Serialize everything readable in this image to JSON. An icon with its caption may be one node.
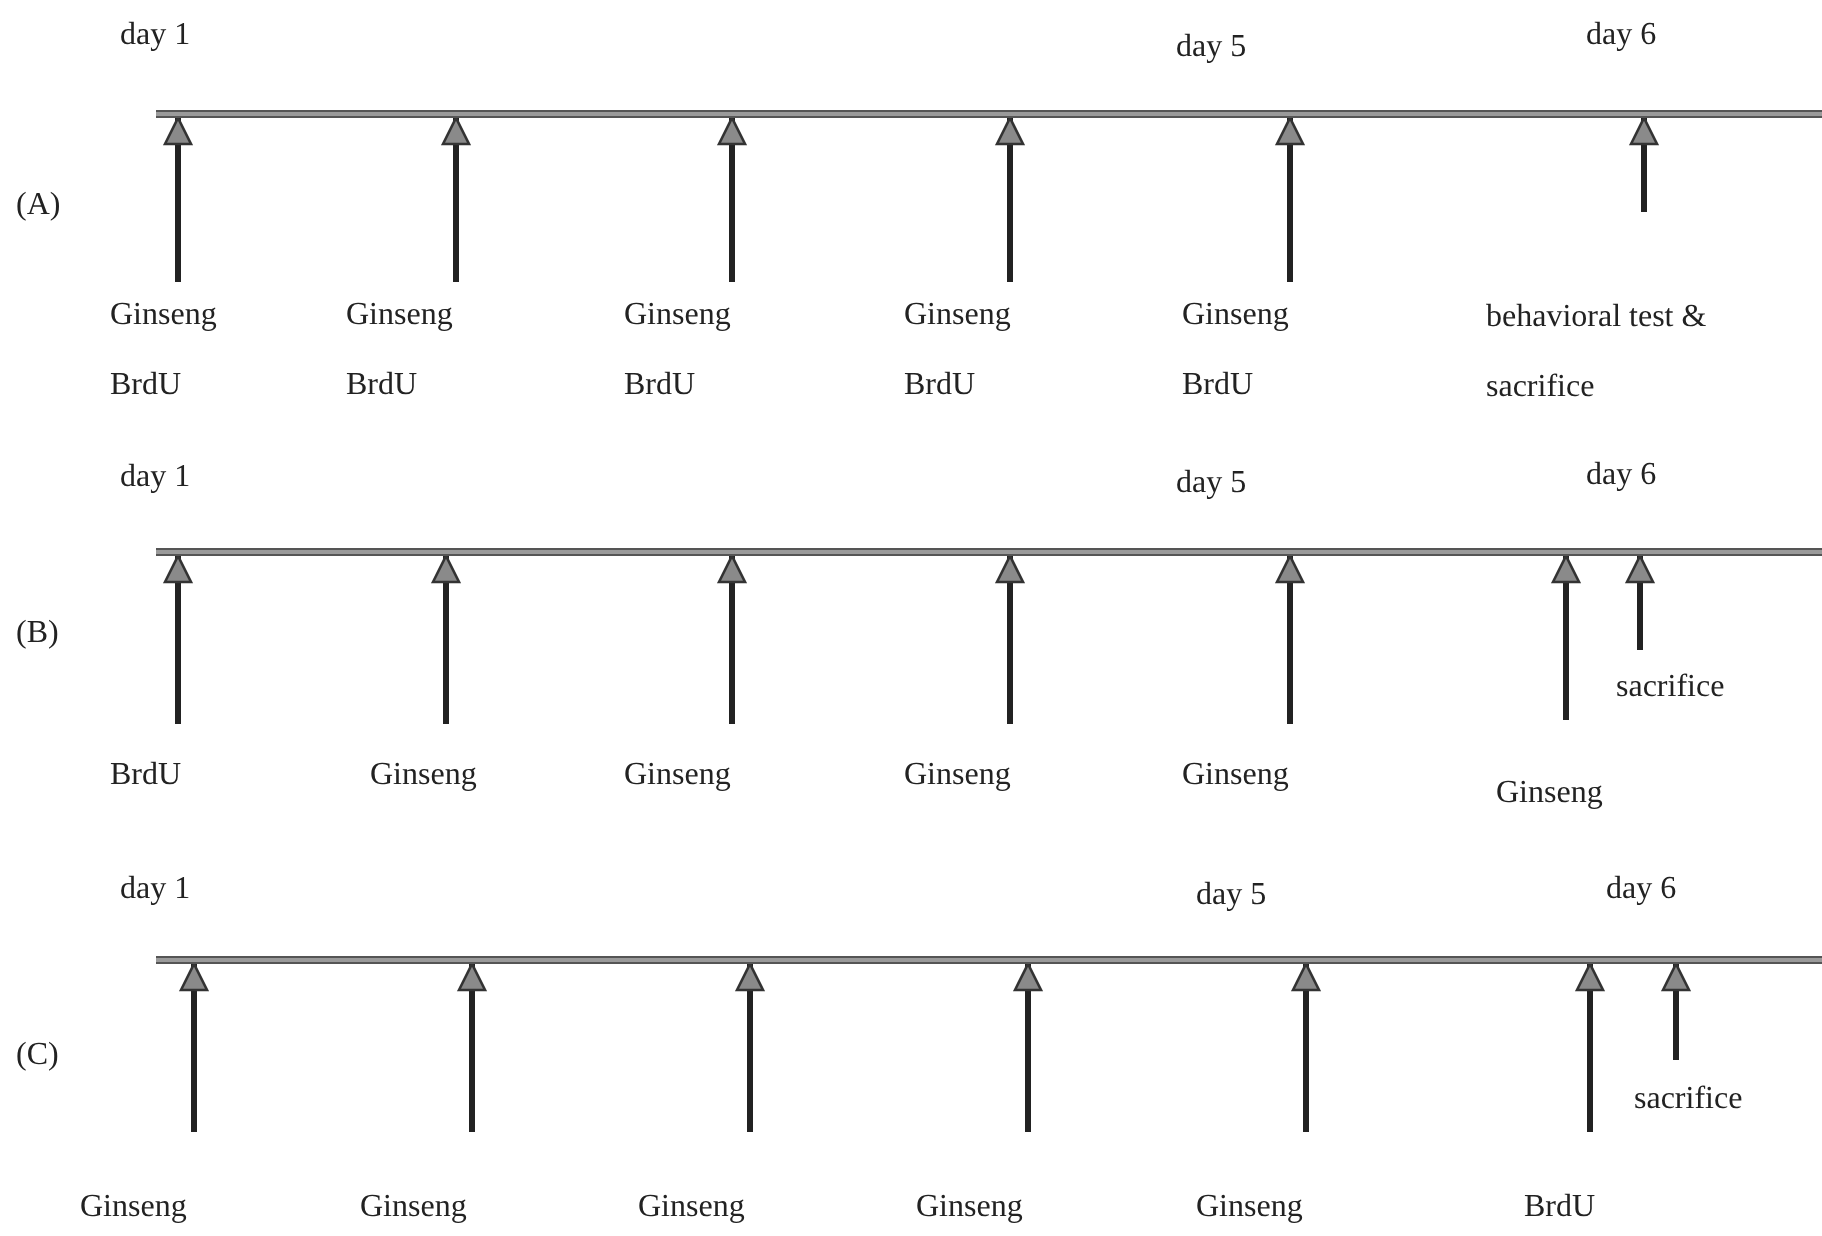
{
  "diagram": {
    "nodes": [
      {
        "text": [],
        "shape": "bar"
      },
      {
        "text": [
          "Ginseng",
          "BrdU"
        ]
      },
      {
        "text": [
          "Ginseng",
          "BrdU"
        ]
      },
      {
        "text": [
          "Ginseng",
          "BrdU"
        ]
      },
      {
        "text": [
          "Ginseng",
          "BrdU"
        ]
      },
      {
        "text": [
          "Ginseng",
          "BrdU"
        ]
      },
      {
        "text": [
          "behavioral test & sacrifice"
        ]
      },
      {
        "text": [],
        "shape": "bar"
      },
      {
        "text": [
          "BrdU"
        ]
      },
      {
        "text": [
          "Ginseng"
        ]
      },
      {
        "text": [
          "Ginseng"
        ]
      },
      {
        "text": [
          "Ginseng"
        ]
      },
      {
        "text": [
          "Ginseng"
        ]
      },
      {
        "text": [
          "Ginseng"
        ]
      },
      {
        "text": [],
        "shape": "bar"
      },
      {
        "text": [
          "Ginseng"
        ]
      },
      {
        "text": [
          "Ginseng"
        ]
      },
      {
        "text": [
          "Ginseng"
        ]
      },
      {
        "text": [
          "Ginseng"
        ]
      },
      {
        "text": [
          "Ginseng"
        ]
      },
      {
        "text": [
          "BrdU"
        ]
      }
    ],
    "edges": [
      {
        "from": 1,
        "to": 0,
        "arrow": "to"
      },
      {
        "from": 2,
        "to": 0,
        "arrow": "to"
      },
      {
        "from": 3,
        "to": 0,
        "arrow": "to"
      },
      {
        "from": 4,
        "to": 0,
        "arrow": "to"
      },
      {
        "from": 5,
        "to": 0,
        "arrow": "to"
      },
      {
        "from": 6,
        "to": 0,
        "arrow": "to"
      },
      {
        "from": 8,
        "to": 7,
        "arrow": "to"
      },
      {
        "from": 9,
        "to": 7,
        "arrow": "to"
      },
      {
        "from": 10,
        "to": 7,
        "arrow": "to"
      },
      {
        "from": 11,
        "to": 7,
        "arrow": "to"
      },
      {
        "from": 12,
        "to": 7,
        "arrow": "to"
      },
      {
        "from": 13,
        "to": 7,
        "arrow": "to"
      },
      {
        "from": null,
        "to": 7,
        "arrow": "to"
      },
      {
        "from": 15,
        "to": 14,
        "arrow": "to"
      },
      {
        "from": 16,
        "to": 14,
        "arrow": "to"
      },
      {
        "from": 17,
        "to": 14,
        "arrow": "to"
      },
      {
        "from": 18,
        "to": 14,
        "arrow": "to"
      },
      {
        "from": 19,
        "to": 14,
        "arrow": "to"
      },
      {
        "from": 20,
        "to": 14,
        "arrow": "to"
      },
      {
        "from": null,
        "to": 14,
        "arrow": "to"
      }
    ],
    "labels": [
      "day 1",
      "day 5",
      "day 6",
      "(A)",
      "day 1",
      "day 5",
      "day 6",
      "(B)",
      "sacrifice",
      "day 1",
      "day 5",
      "day 6",
      "(C)",
      "sacrifice"
    ]
  }
}
